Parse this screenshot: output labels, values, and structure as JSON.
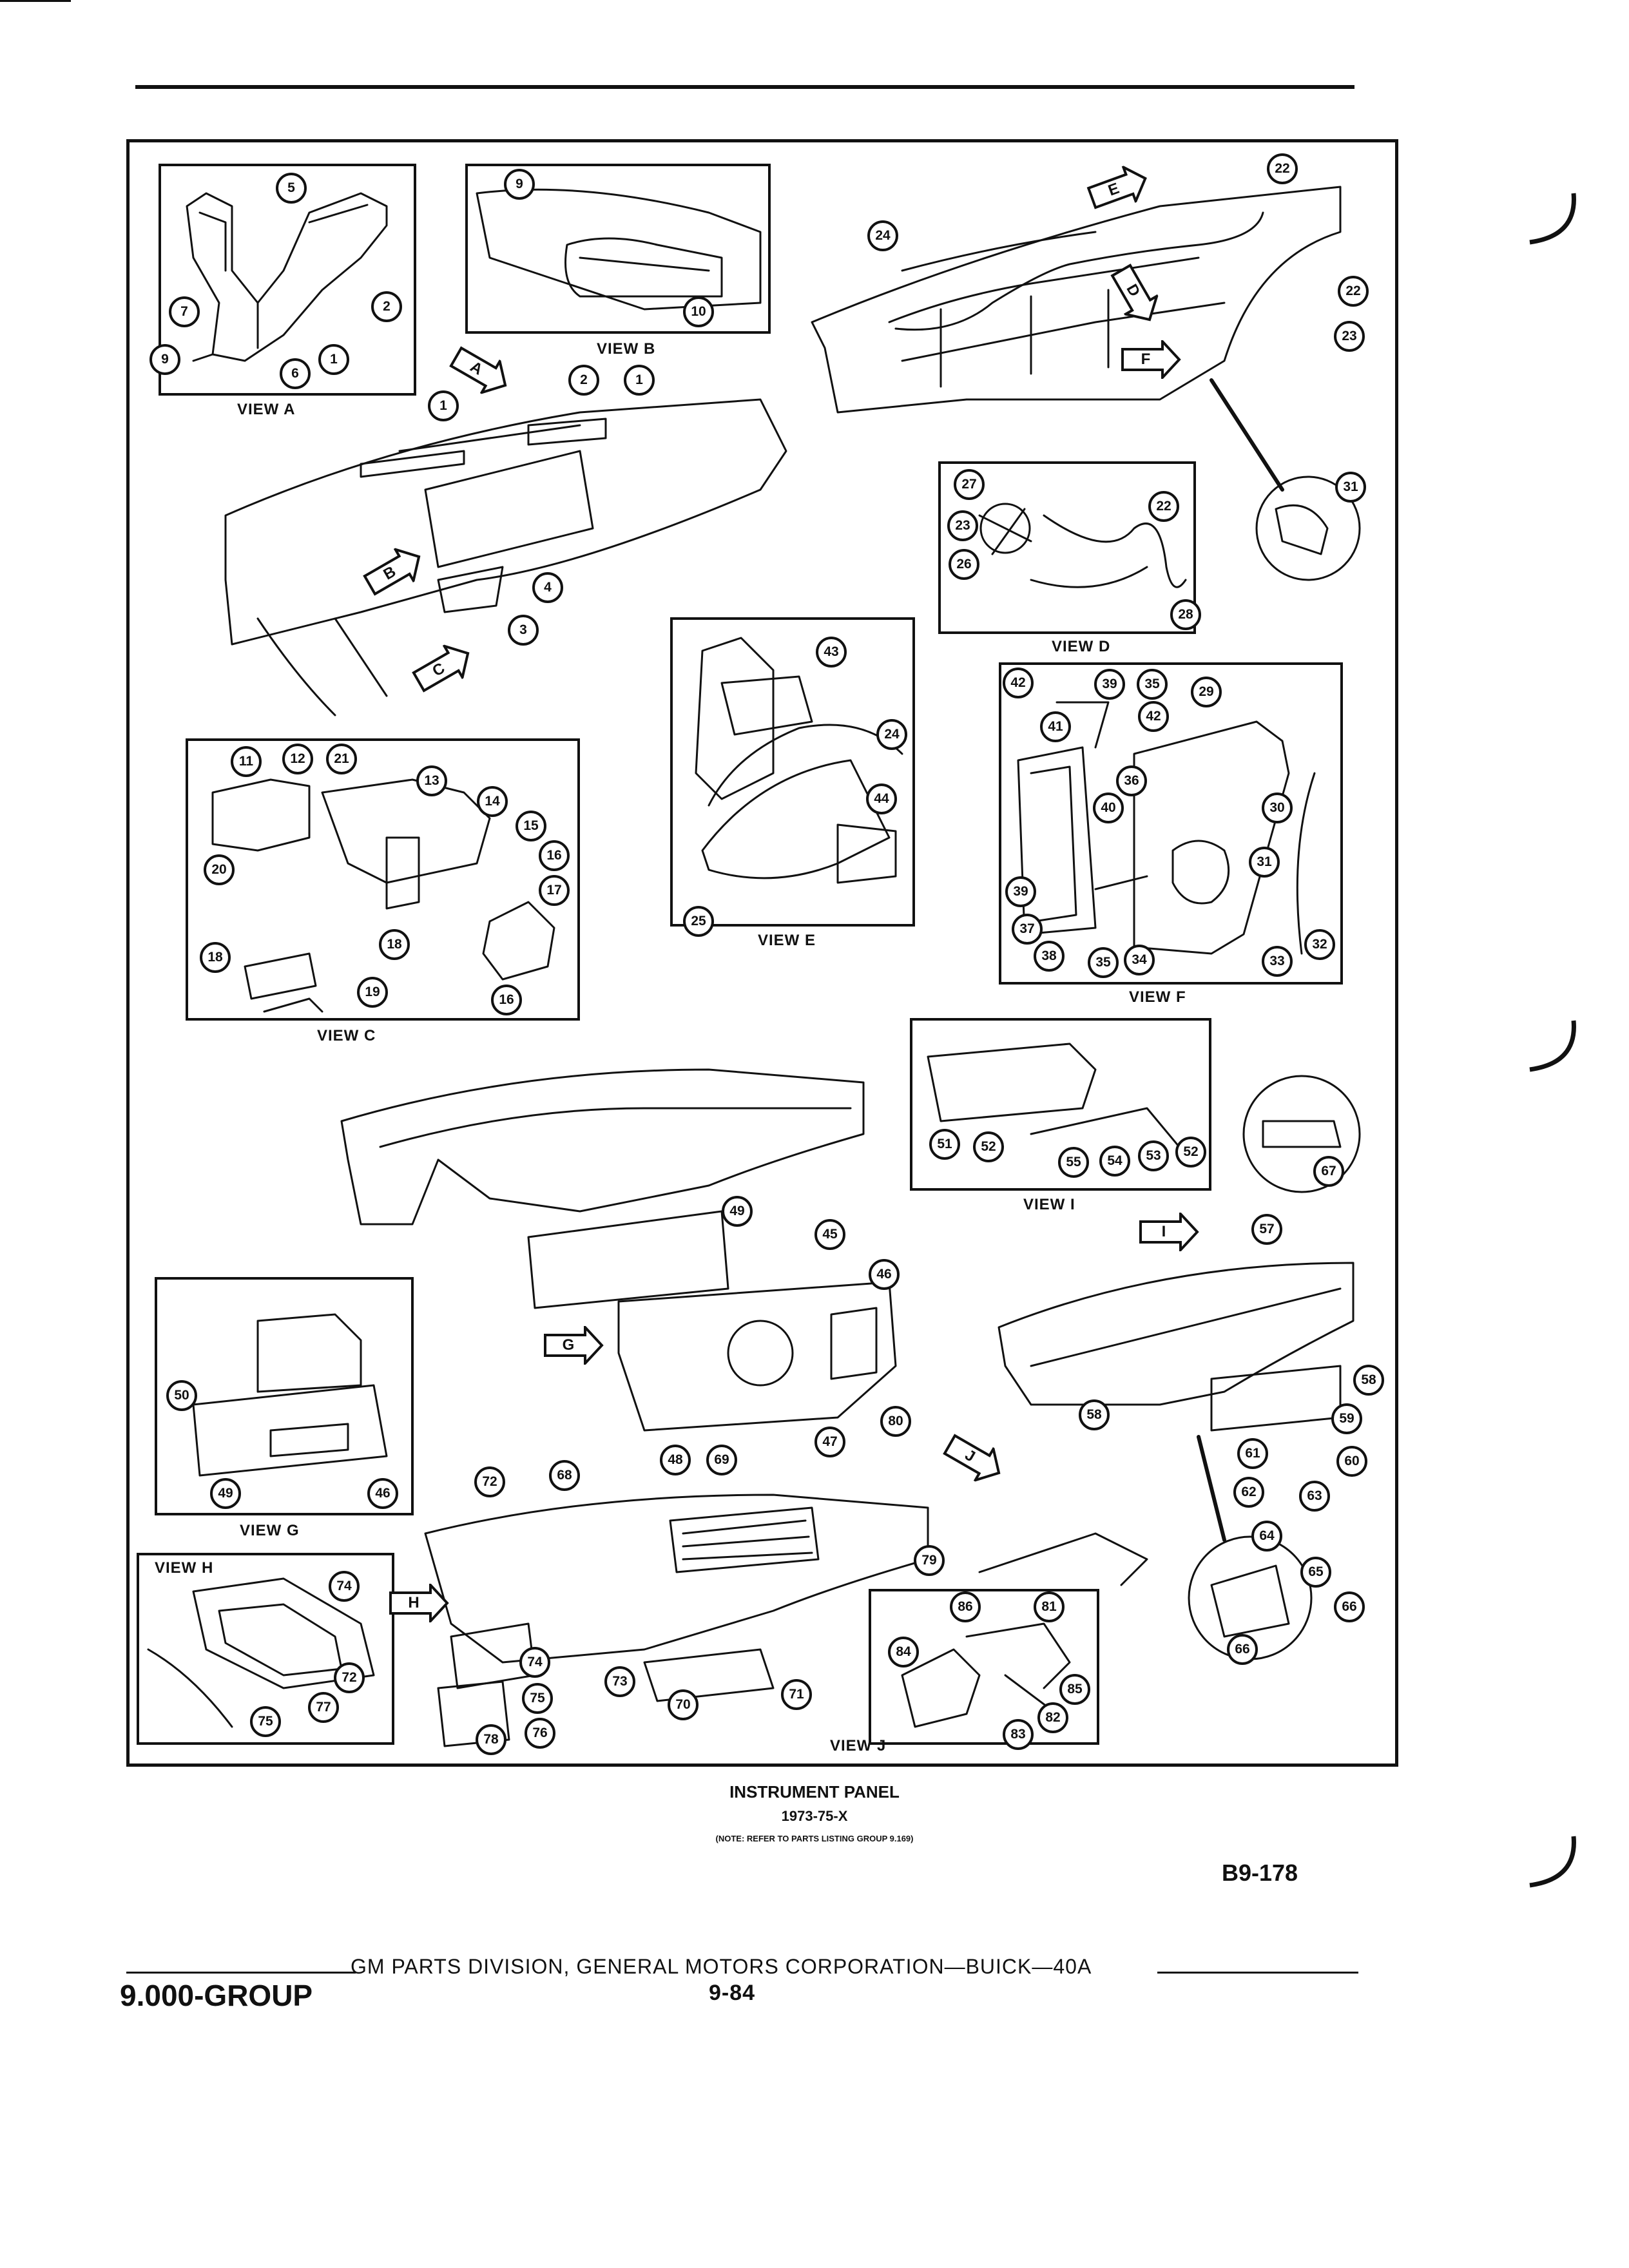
{
  "views": {
    "a": "VIEW A",
    "b": "VIEW B",
    "c": "VIEW C",
    "d": "VIEW D",
    "e": "VIEW E",
    "f": "VIEW F",
    "g": "VIEW G",
    "h": "VIEW H",
    "i": "VIEW I",
    "j": "VIEW J"
  },
  "arrows": {
    "a": "A",
    "b": "B",
    "c": "C",
    "d": "D",
    "e": "E",
    "f": "F",
    "g": "G",
    "h": "H",
    "i": "I",
    "j": "J"
  },
  "callouts": [
    "5",
    "2",
    "7",
    "9",
    "1",
    "6",
    "9",
    "10",
    "24",
    "22",
    "22",
    "23",
    "31",
    "1",
    "2",
    "1",
    "4",
    "3",
    "27",
    "23",
    "26",
    "22",
    "28",
    "43",
    "24",
    "44",
    "25",
    "11",
    "12",
    "21",
    "13",
    "14",
    "15",
    "16",
    "17",
    "20",
    "18",
    "18",
    "19",
    "16",
    "42",
    "39",
    "35",
    "29",
    "41",
    "42",
    "36",
    "40",
    "30",
    "31",
    "39",
    "37",
    "38",
    "35",
    "34",
    "33",
    "32",
    "51",
    "52",
    "55",
    "54",
    "53",
    "52",
    "67",
    "49",
    "45",
    "46",
    "57",
    "50",
    "49",
    "46",
    "48",
    "69",
    "47",
    "80",
    "58",
    "58",
    "59",
    "60",
    "61",
    "62",
    "63",
    "72",
    "68",
    "79",
    "74",
    "72",
    "77",
    "75",
    "74",
    "73",
    "75",
    "70",
    "71",
    "76",
    "78",
    "86",
    "81",
    "84",
    "85",
    "82",
    "83",
    "64",
    "65",
    "66",
    "66"
  ],
  "caption": {
    "title": "INSTRUMENT PANEL",
    "subtitle": "1973-75-X",
    "note": "(NOTE: REFER TO PARTS LISTING GROUP 9.169)"
  },
  "page_code": "B9-178",
  "footer": {
    "group": "9.000-GROUP",
    "division": "GM PARTS DIVISION, GENERAL MOTORS CORPORATION—BUICK—40A",
    "page": "9-84"
  }
}
